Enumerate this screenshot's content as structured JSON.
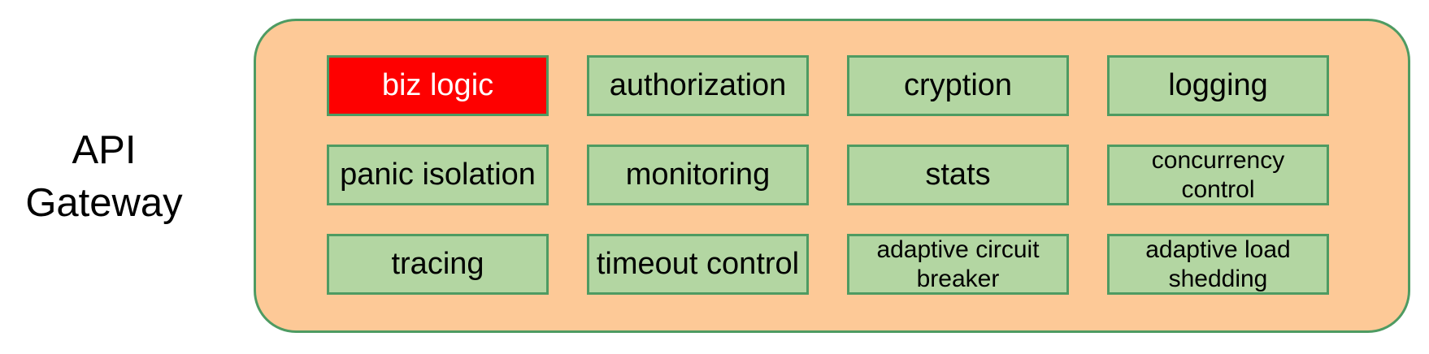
{
  "diagram": {
    "title": "API Gateway",
    "container_name": "API Gateway",
    "cells": [
      {
        "label": "biz logic",
        "highlighted": true
      },
      {
        "label": "authorization",
        "highlighted": false
      },
      {
        "label": "cryption",
        "highlighted": false
      },
      {
        "label": "logging",
        "highlighted": false
      },
      {
        "label": "panic isolation",
        "highlighted": false
      },
      {
        "label": "monitoring",
        "highlighted": false
      },
      {
        "label": "stats",
        "highlighted": false
      },
      {
        "label": "concurrency\ncontrol",
        "highlighted": false
      },
      {
        "label": "tracing",
        "highlighted": false
      },
      {
        "label": "timeout control",
        "highlighted": false
      },
      {
        "label": "adaptive circuit\nbreaker",
        "highlighted": false
      },
      {
        "label": "adaptive load\nshedding",
        "highlighted": false
      }
    ],
    "colors": {
      "container_bg": "#FDC997",
      "border_green": "#4E9B62",
      "cell_bg": "#B3D6A2",
      "highlight_bg": "#FE0000",
      "highlight_text": "#FFFFFF",
      "text_color": "#000000"
    }
  }
}
